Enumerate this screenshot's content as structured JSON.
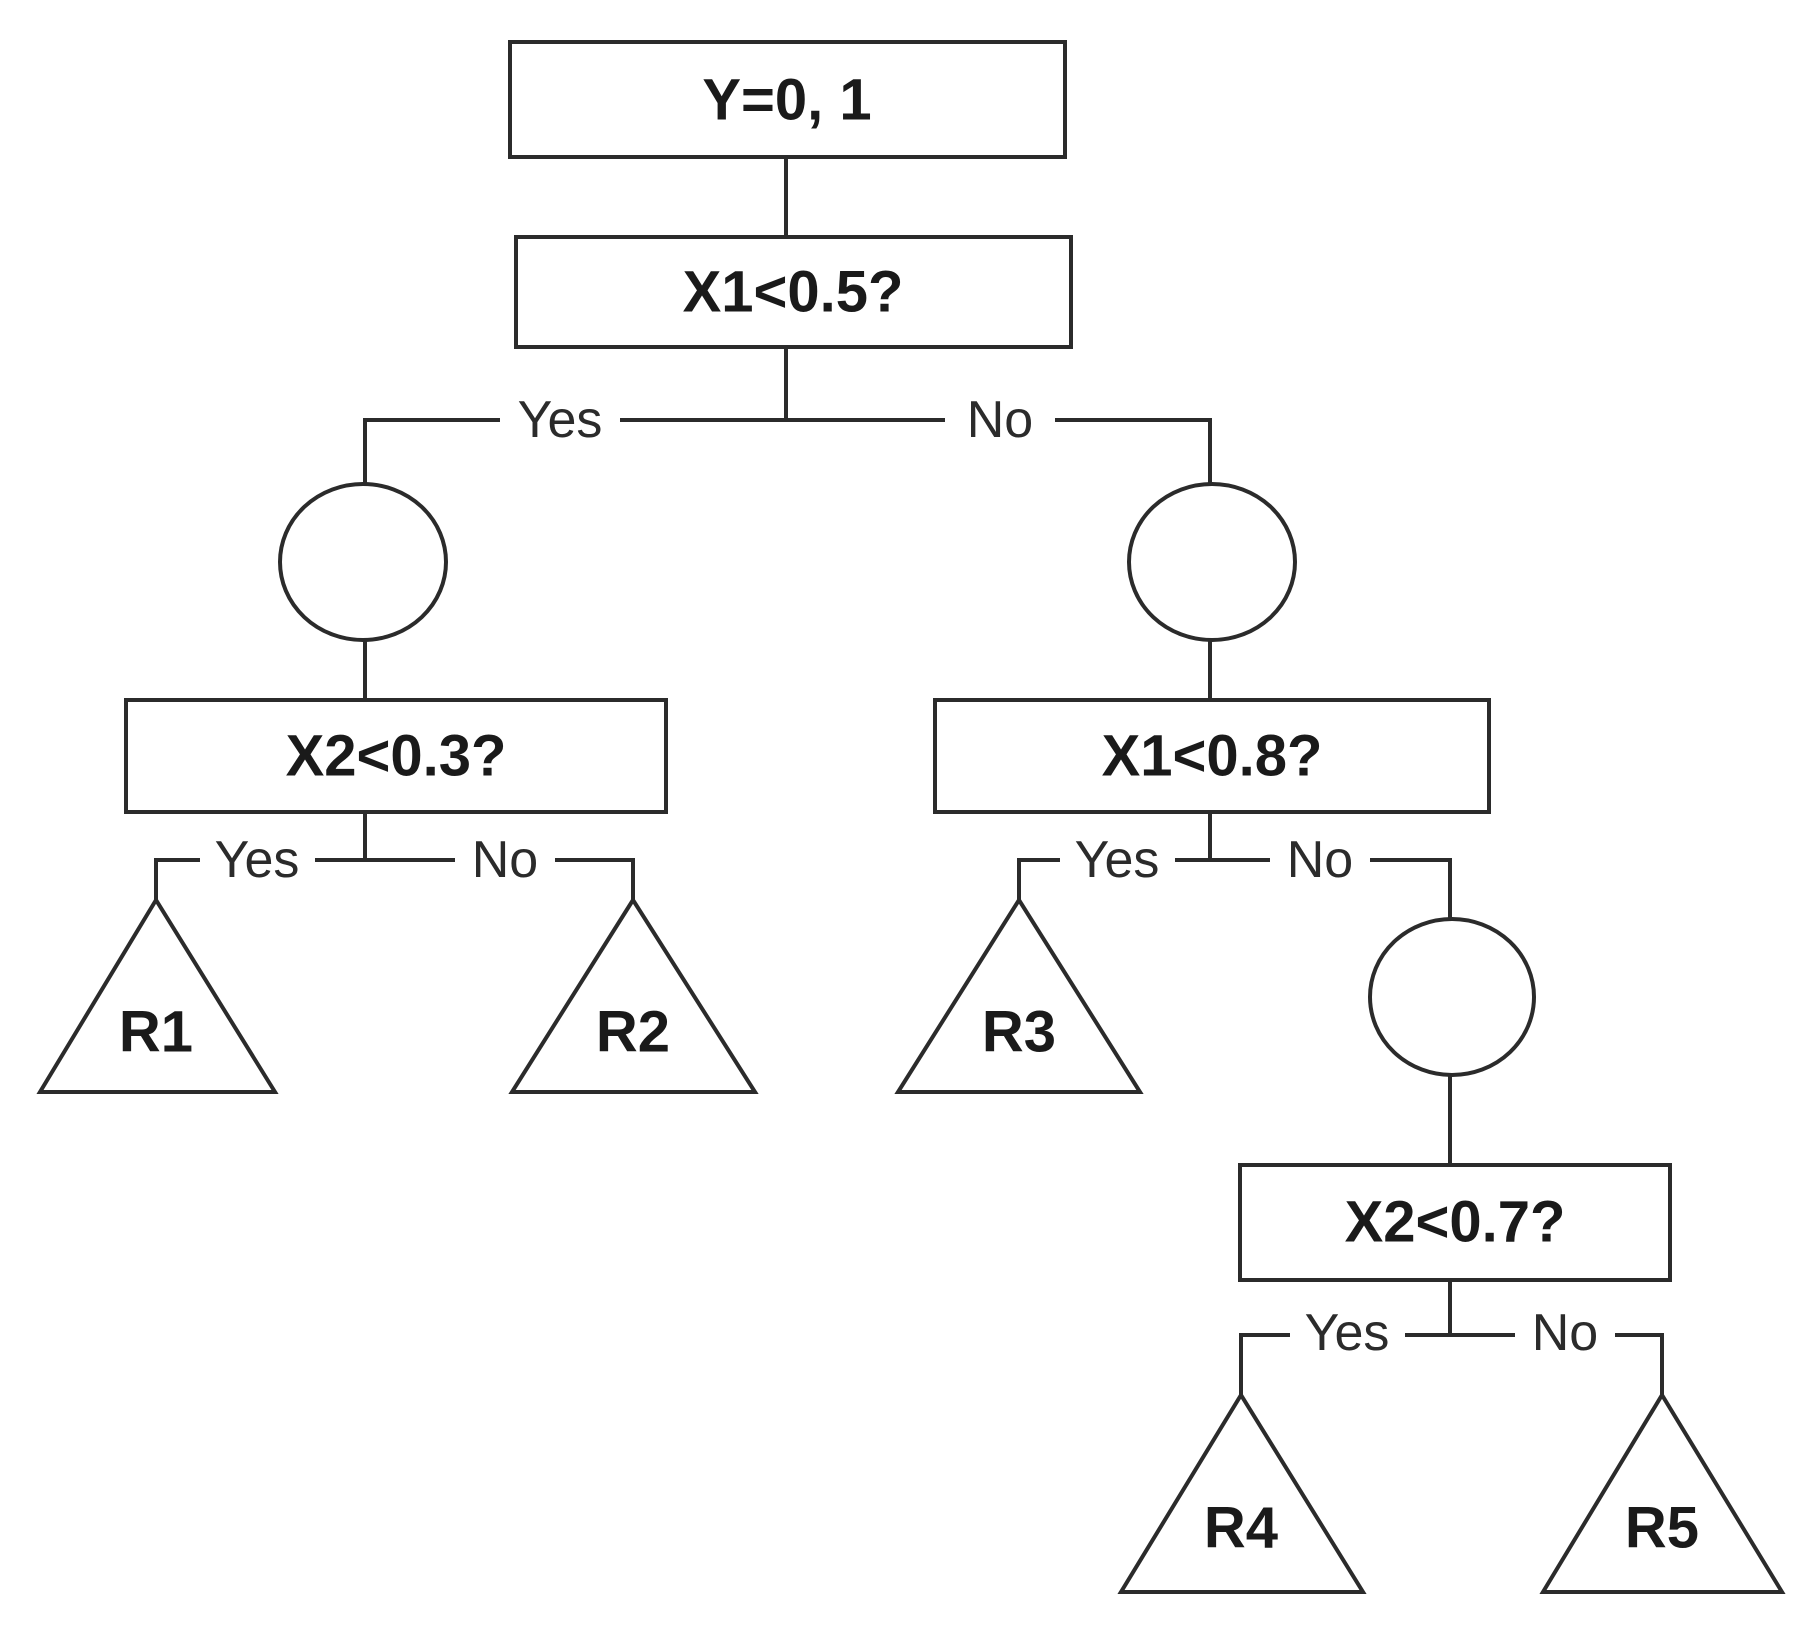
{
  "root": {
    "label": "Y=0, 1"
  },
  "split1": {
    "label": "X1<0.5?",
    "yes": "Yes",
    "no": "No"
  },
  "split2": {
    "label": "X2<0.3?",
    "yes": "Yes",
    "no": "No"
  },
  "split3": {
    "label": "X1<0.8?",
    "yes": "Yes",
    "no": "No"
  },
  "split4": {
    "label": "X2<0.7?",
    "yes": "Yes",
    "no": "No"
  },
  "leaves": [
    "R1",
    "R2",
    "R3",
    "R4",
    "R5"
  ]
}
